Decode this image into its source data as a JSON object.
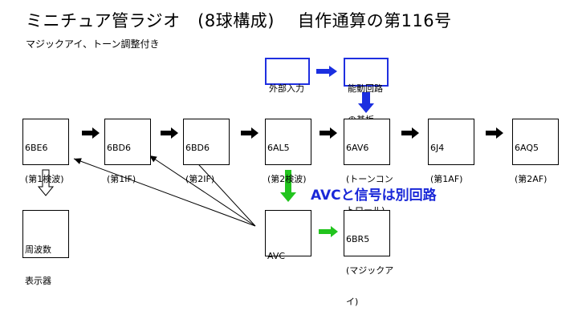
{
  "title": "ミニチュア管ラジオ　(8球構成)　 自作通算の第116号",
  "subtitle": "マジックアイ、トーン調整付き",
  "nodes": {
    "ext_input": {
      "line1": "外部入力",
      "line2": ""
    },
    "active_board": {
      "line1": "能動回路",
      "line2": "の基板"
    },
    "tube1": {
      "line1": "6BE6",
      "line2": "(第1検波)"
    },
    "tube2": {
      "line1": "6BD6",
      "line2": "(第1IF)"
    },
    "tube3": {
      "line1": "6BD6",
      "line2": "(第2IF)"
    },
    "tube4": {
      "line1": "6AL5",
      "line2": "(第2検波)"
    },
    "tube5": {
      "line1": "6AV6",
      "line2": "(トーンコン",
      "line3": "トロール)"
    },
    "tube6": {
      "line1": "6J4",
      "line2": "(第1AF)"
    },
    "tube7": {
      "line1": "6AQ5",
      "line2": "(第2AF)"
    },
    "freq_display": {
      "line1": "周波数",
      "line2": "表示器"
    },
    "avc": {
      "line1": "AVC",
      "line2": ""
    },
    "magic_eye": {
      "line1": "6BR5",
      "line2": "(マジックア",
      "line3": "イ)"
    }
  },
  "annotation": "AVCと信号は別回路",
  "colors": {
    "blue_arrow": "#1b2fe0",
    "blue_border": "#1f2fe0",
    "green_arrow": "#22c41e",
    "annotation_text": "#1a28d8",
    "black_arrow": "#000000"
  }
}
